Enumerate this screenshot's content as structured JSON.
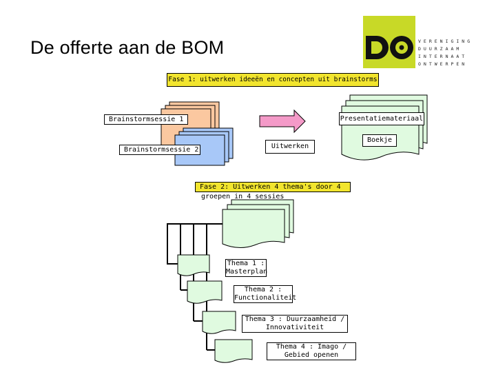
{
  "title": "De offerte aan de BOM",
  "logo": {
    "mark": "DO",
    "lines": [
      "VERENIGING",
      "DUURZAAM",
      "INTERNAAT",
      "ONTWERPEN"
    ],
    "colors": {
      "background": "#c8d927",
      "letters": "#111111"
    }
  },
  "phase1": {
    "label": "Fase 1: uitwerken ideeën en concepten uit brainstorms"
  },
  "brainstorms": [
    {
      "label": "Brainstormsessie 1",
      "color": "#fbc8a0"
    },
    {
      "label": "Brainstormsessie 2",
      "color": "#a8c8f8"
    }
  ],
  "arrow": {
    "color": "#f49ac8"
  },
  "uitwerken": {
    "label": "Uitwerken"
  },
  "presentatie": {
    "label": "Presentatiemateriaal",
    "color": "#e0fae0"
  },
  "boekje": {
    "label": "Boekje"
  },
  "phase2": {
    "line1": "Fase 2: Uitwerken 4 thema's door 4",
    "line2": "groepen in 4 sessies"
  },
  "themes": [
    {
      "line1": "Thema 1 :",
      "line2": "Masterplan"
    },
    {
      "line1": "Thema 2 :",
      "line2": "Functionaliteit"
    },
    {
      "line1": "Thema 3 : Duurzaamheid /",
      "line2": "Innovativiteit"
    },
    {
      "line1": "Thema 4 : Imago /",
      "line2": "Gebied openen"
    }
  ],
  "colors": {
    "theme_doc": "#e0fae0",
    "phase_bar": "#f2e52e"
  }
}
